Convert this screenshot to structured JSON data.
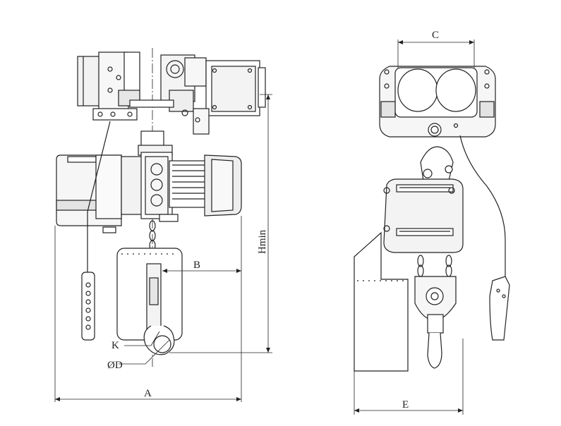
{
  "dimension_labels": {
    "A": "A",
    "B": "B",
    "C": "C",
    "D": "ØD",
    "E": "E",
    "K": "K",
    "Hmin": "Hmin"
  }
}
